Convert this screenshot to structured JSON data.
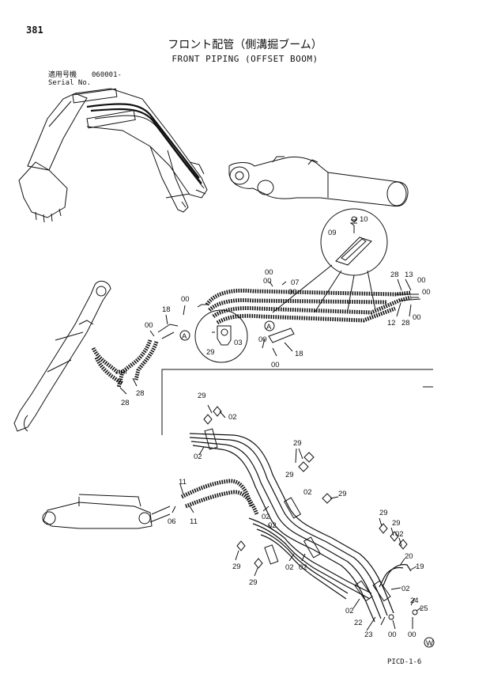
{
  "page_number": "381",
  "title_jp": "フロント配管（側溝掘ブーム）",
  "title_en": "FRONT PIPING (OFFSET BOOM)",
  "serial": {
    "label_jp": "適用号機",
    "value": "060001-",
    "label_en": "Serial No."
  },
  "doc_code": "PICD-1-6",
  "callouts": {
    "c10": "10",
    "c09": "09",
    "c00a": "00",
    "c00b": "00",
    "c07": "07",
    "c00c": "00",
    "c28a": "28",
    "c13": "13",
    "c00d": "00",
    "c00e": "00",
    "c12": "12",
    "c28b": "28",
    "c18a": "18",
    "c00f": "00",
    "c00g": "00",
    "cA1": "A",
    "c29a": "29",
    "c03": "03",
    "cA2": "A",
    "c00h": "00",
    "c18b": "18",
    "c00i": "00",
    "c28c": "28",
    "c28d": "28",
    "c29b": "29",
    "c02a": "02",
    "c02b": "02",
    "c29c": "29",
    "c29d": "29",
    "c11a": "11",
    "c06": "06",
    "c11b": "11",
    "c02c": "02",
    "c02d": "02",
    "c29e": "29",
    "c29f": "29",
    "c29g": "29",
    "c02e": "02",
    "c02f": "02",
    "c29h": "29",
    "c29i": "29",
    "c02g": "02",
    "c20": "20",
    "c19": "19",
    "c02h": "02",
    "c02i": "02",
    "c24": "24",
    "c22": "22",
    "c25": "25",
    "c23": "23",
    "c00j": "00",
    "c00k": "00",
    "cW": "W"
  }
}
